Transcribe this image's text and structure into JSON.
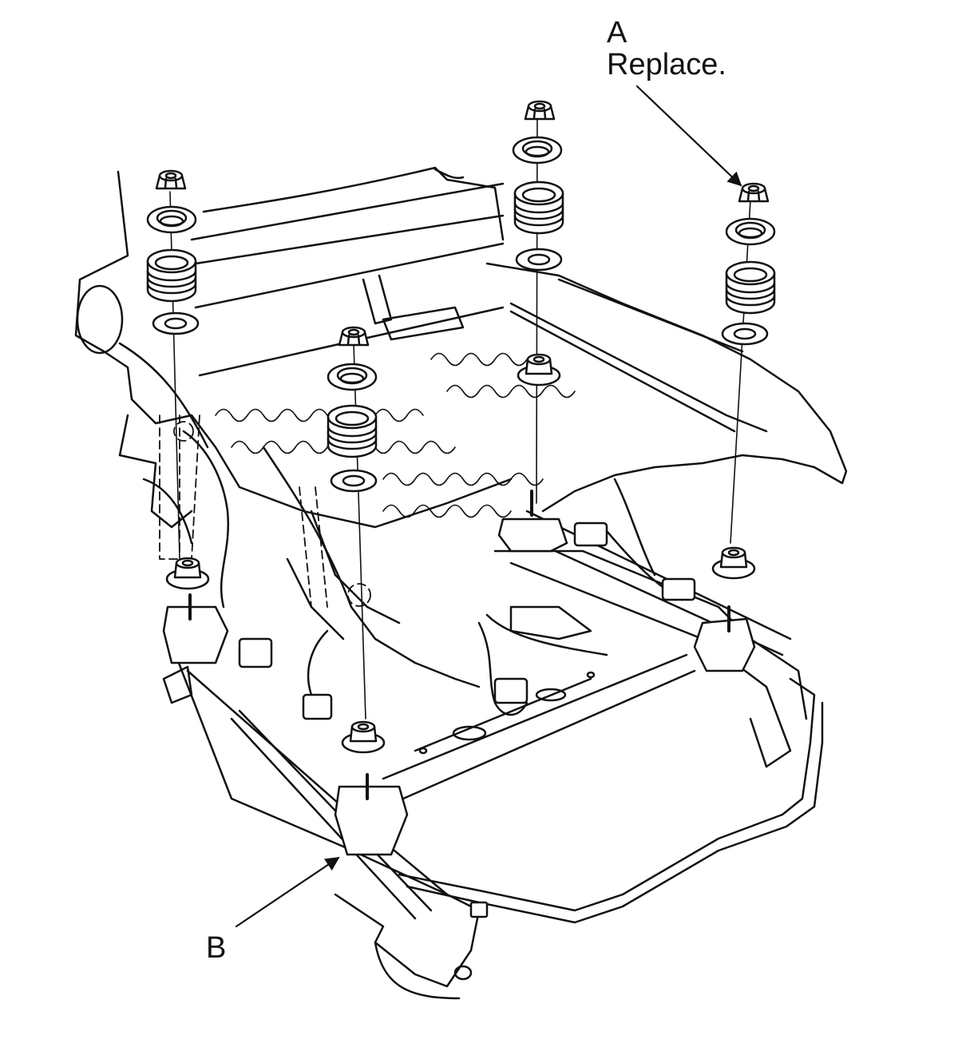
{
  "callouts": {
    "a": {
      "letter": "A",
      "note": "Replace."
    },
    "b": {
      "letter": "B"
    }
  },
  "colors": {
    "line": "#111111",
    "background": "#ffffff"
  }
}
